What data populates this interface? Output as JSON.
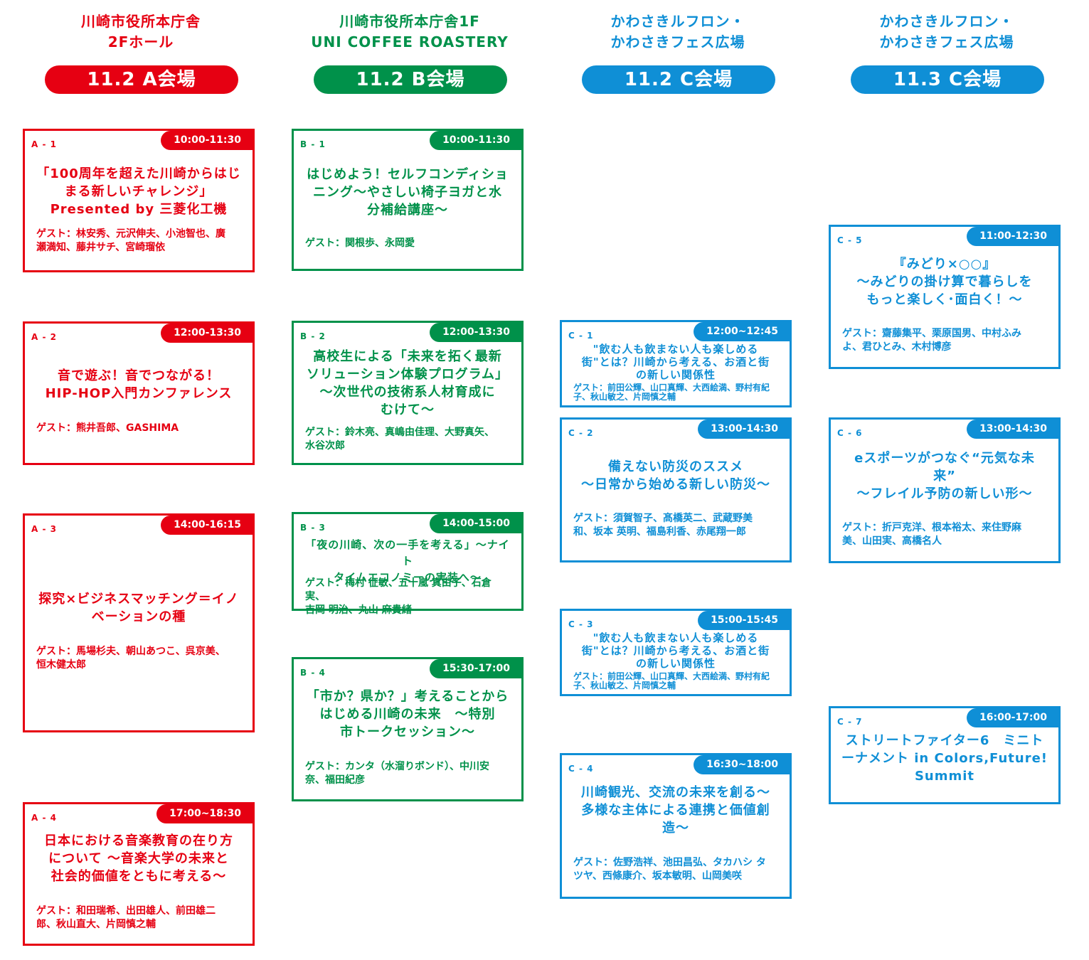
{
  "venues": [
    {
      "name_l1": "川崎市役所本庁舎",
      "name_l2": "2Fホール",
      "pill": "11.2 A会場"
    },
    {
      "name_l1": "川崎市役所本庁舎1F",
      "name_l2": "UNI COFFEE ROASTERY",
      "pill": "11.2 B会場"
    },
    {
      "name_l1": "かわさきルフロン・",
      "name_l2": "かわさきフェス広場",
      "pill": "11.2 C会場"
    },
    {
      "name_l1": "かわさきルフロン・",
      "name_l2": "かわさきフェス広場",
      "pill": "11.3 C会場"
    }
  ],
  "sessions": {
    "a1": {
      "code": "A - 1",
      "time": "10:00-11:30",
      "t1": "「100周年を超えた川崎からはじ",
      "t2": "まる新しいチャレンジ」",
      "t3": "Presented by 三菱化工機",
      "g1": "ゲスト：林安秀、元沢伸夫、小池智也、廣",
      "g2": "瀬満知、藤井サチ、宮崎瑠依"
    },
    "a2": {
      "code": "A - 2",
      "time": "12:00-13:30",
      "t1": "音で遊ぶ！音でつながる！",
      "t2": "HIP-HOP入門カンファレンス",
      "g1": "ゲスト：熊井吾郎、GASHIMA"
    },
    "a3": {
      "code": "A - 3",
      "time": "14:00-16:15",
      "t1": "探究×ビジネスマッチング＝イノ",
      "t2": "ベーションの種",
      "g1": "ゲスト：馬場杉夫、朝山あつこ、呉京美、",
      "g2": "恒木健太郎"
    },
    "a4": {
      "code": "A - 4",
      "time": "17:00~18:30",
      "t1": "日本における音楽教育の在り方",
      "t2": "について ～音楽大学の未来と",
      "t3": "社会的価値をともに考える～",
      "g1": "ゲスト：和田瑞希、出田雄人、前田雄二",
      "g2": "郎、秋山直大、片岡慎之輔"
    },
    "b1": {
      "code": "B - 1",
      "time": "10:00-11:30",
      "t1": "はじめよう！セルフコンディショ",
      "t2": "ニング～やさしい椅子ヨガと水",
      "t3": "分補給講座～",
      "g1": "ゲスト：関根歩、永岡愛"
    },
    "b2": {
      "code": "B - 2",
      "time": "12:00-13:30",
      "t1": "高校生による「未来を拓く最新",
      "t2": "ソリューション体験プログラム」",
      "t3": "～次世代の技術系人材育成に",
      "t4": "むけて～",
      "g1": "ゲスト：鈴木亮、真嶋由佳理、大野真矢、",
      "g2": "水谷次郎"
    },
    "b3": {
      "code": "B - 3",
      "time": "14:00-15:00",
      "t1": "「夜の川崎、次の一手を考える」～ナイト",
      "t2": "タイムエコノミーの実装へ～",
      "g1": "ゲスト：梅村 征敏、五十嵐 真由子、石倉 実、",
      "g2": "吉岡 明治、丸山 麻貴緒"
    },
    "b4": {
      "code": "B - 4",
      "time": "15:30-17:00",
      "t1": "「市か？県か？」考えることから",
      "t2": "はじめる川崎の未来　～特別",
      "t3": "市トークセッション～",
      "g1": "ゲスト：カンタ（水溜りボンド）、中川安",
      "g2": "奈、福田紀彦"
    },
    "c1": {
      "code": "C - 1",
      "time": "12:00~12:45",
      "t1": "\"飲む人も飲まない人も楽しめる",
      "t2": "街\"とは？川崎から考える、お酒と街",
      "t3": "の新しい関係性",
      "g1": "ゲスト：前田公輝、山口真輝、大西絵満、野村有紀",
      "g2": "子、秋山敏之、片岡慎之輔"
    },
    "c2": {
      "code": "C - 2",
      "time": "13:00-14:30",
      "t1": "備えない防災のススメ",
      "t2": "～日常から始める新しい防災～",
      "g1": "ゲスト：須賀智子、髙橋英二、武蔵野美",
      "g2": "和、坂本 英明、福島利香、赤尾翔一郎"
    },
    "c3": {
      "code": "C - 3",
      "time": "15:00-15:45",
      "t1": "\"飲む人も飲まない人も楽しめる",
      "t2": "街\"とは？川崎から考える、お酒と街",
      "t3": "の新しい関係性",
      "g1": "ゲスト：前田公輝、山口真輝、大西絵満、野村有紀",
      "g2": "子、秋山敏之、片岡慎之輔"
    },
    "c4": {
      "code": "C - 4",
      "time": "16:30~18:00",
      "t1": "川崎観光、交流の未来を創る～",
      "t2": "多様な主体による連携と価値創",
      "t3": "造～",
      "g1": "ゲスト：佐野浩祥、池田昌弘、タカハシ タ",
      "g2": "ツヤ、西條康介、坂本敏明、山岡美咲"
    },
    "c5": {
      "code": "C - 5",
      "time": "11:00-12:30",
      "t1": "『みどり×○○』",
      "t2": "～みどりの掛け算で暮らしを",
      "t3": "もっと楽しく･面白く！～",
      "g1": "ゲスト：齋藤集平、栗原国男、中村ふみ",
      "g2": "よ、君ひとみ、木村博彦"
    },
    "c6": {
      "code": "C - 6",
      "time": "13:00-14:30",
      "t1": "eスポーツがつなぐ“元気な未",
      "t2": "来”",
      "t3": "～フレイル予防の新しい形～",
      "g1": "ゲスト：折戸克洋、根本裕太、来住野麻",
      "g2": "美、山田実、高橋名人"
    },
    "c7": {
      "code": "C - 7",
      "time": "16:00-17:00",
      "t1": "ストリートファイター6　ミニト",
      "t2": "ーナメント in Colors,Future!",
      "t3": "Summit"
    }
  },
  "colors": {
    "red": "#e60012",
    "green": "#00914a",
    "blue": "#0f8fd6"
  }
}
